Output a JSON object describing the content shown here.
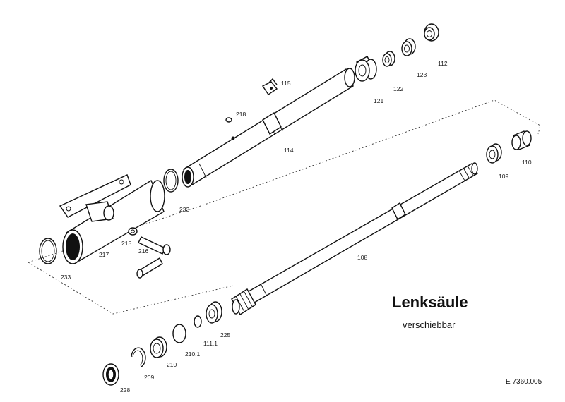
{
  "title": "Lenksäule",
  "subtitle": "verschiebbar",
  "drawing_code": "E 7360.005",
  "part_labels": {
    "p112": "112",
    "p123": "123",
    "p122": "122",
    "p121": "121",
    "p115": "115",
    "p218": "218",
    "p114": "114",
    "p110": "110",
    "p109": "109",
    "p233a": "233",
    "p215": "215",
    "p216": "216",
    "p217": "217",
    "p233b": "233",
    "p108": "108",
    "p225": "225",
    "p2111": "111.1",
    "p2101": "210.1",
    "p210": "210",
    "p209": "209",
    "p228": "228"
  }
}
